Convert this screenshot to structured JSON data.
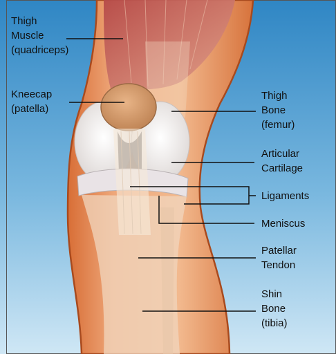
{
  "colors": {
    "background_top": "#2f86c4",
    "background_bottom": "#c9e4f4",
    "skin": "#e1804a",
    "skin_outline": "#a84a1e",
    "muscle": "#c9605a",
    "kneecap": "#d9a071",
    "cartilage": "#f6f4f2",
    "bone": "#f0d6bd",
    "leader_line": "#111111"
  },
  "labels": {
    "thigh_muscle": [
      "Thigh",
      "Muscle",
      "(quadriceps)"
    ],
    "kneecap": [
      "Kneecap",
      "(patella)"
    ],
    "thigh_bone": [
      "Thigh",
      "Bone",
      "(femur)"
    ],
    "articular_cartilage": [
      "Articular",
      "Cartilage"
    ],
    "ligaments": [
      "Ligaments"
    ],
    "meniscus": [
      "Meniscus"
    ],
    "patellar_tendon": [
      "Patellar",
      "Tendon"
    ],
    "shin_bone": [
      "Shin",
      "Bone",
      "(tibia)"
    ]
  }
}
